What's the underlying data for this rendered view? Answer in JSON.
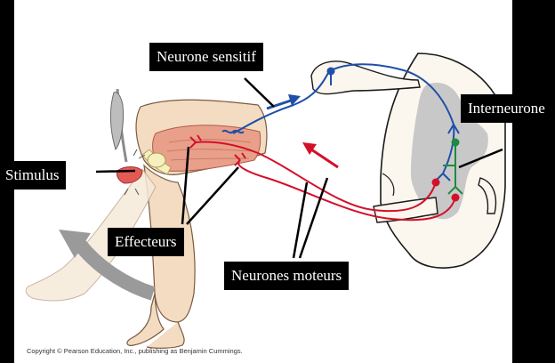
{
  "labels": {
    "stimulus": "Stimulus",
    "sensory_neuron": "Neurone sensitif",
    "interneuron": "Interneurone",
    "effectors": "Effecteurs",
    "motor_neurons": "Neurones moteurs"
  },
  "credit": "Copyright © Pearson Education, Inc., publishing as Benjamin Cummings.",
  "colors": {
    "background": "#000000",
    "panel": "#ffffff",
    "sensory_neuron": "#1f4fa8",
    "motor_neuron": "#d3102a",
    "interneuron": "#1e8a3e",
    "gray_matter": "#c8c8c8",
    "skin": "#f3dcc2",
    "muscle": "#e8a08a",
    "arrow": "#9a9a9a"
  }
}
